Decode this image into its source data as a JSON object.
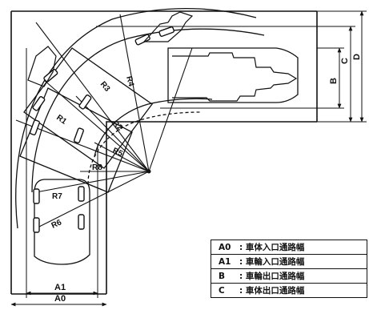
{
  "dimensions": {
    "a0": "A0",
    "a1": "A1",
    "b": "B",
    "c": "C",
    "d": "D"
  },
  "radii": [
    "R1",
    "R2",
    "R3",
    "R4",
    "R5",
    "R6",
    "R7",
    "R8"
  ],
  "legend": [
    {
      "code": "A0",
      "separator": ":",
      "text": "車体入口通路幅"
    },
    {
      "code": "A1",
      "separator": ":",
      "text": "車輪入口通路幅"
    },
    {
      "code": "B",
      "separator": ":",
      "text": "車輪出口通路幅"
    },
    {
      "code": "C",
      "separator": ":",
      "text": "車体出口通路幅"
    }
  ]
}
